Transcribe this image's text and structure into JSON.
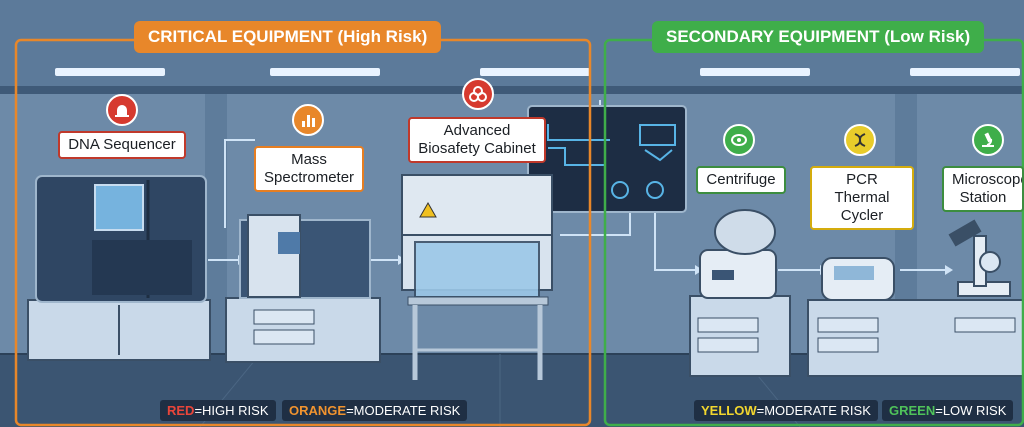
{
  "headers": {
    "critical": "CRITICAL EQUIPMENT (High Risk)",
    "secondary": "SECONDARY EQUIPMENT (Low Risk)"
  },
  "equipment": {
    "dna_sequencer": "DNA Sequencer",
    "mass_spec_line1": "Mass",
    "mass_spec_line2": "Spectrometer",
    "biosafety_line1": "Advanced",
    "biosafety_line2": "Biosafety Cabinet",
    "centrifuge": "Centrifuge",
    "pcr_line1": "PCR Thermal",
    "pcr_line2": "Cycler",
    "microscope_line1": "Microscope",
    "microscope_line2": "Station"
  },
  "legend": {
    "red_word": "RED",
    "red_text": "=HIGH RISK",
    "orange_word": "ORANGE",
    "orange_text": "=MODERATE RISK",
    "yellow_word": "YELLOW",
    "yellow_text": "=MODERATE RISK",
    "green_word": "GREEN",
    "green_text": "=LOW RISK"
  },
  "icons": {
    "dna_sequencer": "alarm-siren-icon",
    "mass_spec": "bar-chart-icon",
    "biosafety": "biohazard-icon",
    "centrifuge": "centrifuge-icon",
    "pcr": "dna-helix-icon",
    "microscope": "microscope-icon"
  },
  "colors": {
    "red": "#d63a2f",
    "orange": "#e8872a",
    "yellow": "#e8cc2a",
    "green": "#3fae4a",
    "critical_border": "#e8872a",
    "secondary_border": "#3fae4a"
  }
}
